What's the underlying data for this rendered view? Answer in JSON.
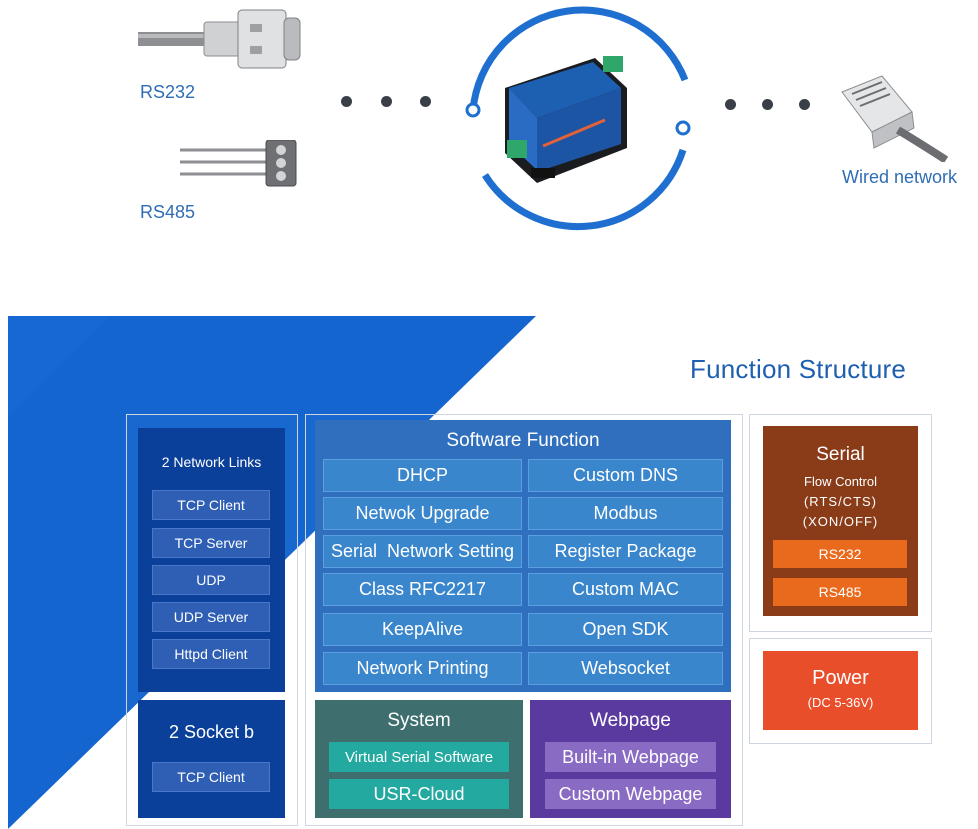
{
  "top": {
    "rs232_label": "RS232",
    "rs485_label": "RS485",
    "wired_label": "Wired network"
  },
  "diagram": {
    "title": "Function Structure",
    "network": {
      "title": "2 Network Links",
      "items": [
        "TCP Client",
        "TCP Server",
        "UDP",
        "UDP Server",
        "Httpd Client"
      ],
      "socket_title": "2 Socket b",
      "socket_item": "TCP Client"
    },
    "software": {
      "title": "Software Function",
      "left": [
        "DHCP",
        "Netwok Upgrade",
        "Serial  Network Setting",
        "Class RFC2217",
        "KeepAlive",
        "Network Printing"
      ],
      "right": [
        "Custom DNS",
        "Modbus",
        "Register Package",
        "Custom MAC",
        "Open SDK",
        "Websocket"
      ]
    },
    "system": {
      "title": "System",
      "items": [
        "Virtual Serial Software",
        "USR-Cloud"
      ]
    },
    "webpage": {
      "title": "Webpage",
      "items": [
        "Built-in Webpage",
        "Custom Webpage"
      ]
    },
    "serial": {
      "title": "Serial",
      "line1": "Flow Control",
      "line2": "(RTS/CTS)",
      "line3": "(XON/OFF)",
      "items": [
        "RS232",
        "RS485"
      ]
    },
    "power": {
      "title": "Power",
      "sub": "(DC 5-36V)"
    }
  },
  "colors": {
    "brand_blue": "#1565d0",
    "dark_blue": "#0a3f9a",
    "software_bg": "#2f6fbd",
    "system_bg": "#3e6e6e",
    "webpage_bg": "#5b3aa0",
    "serial_bg": "#8a3b18",
    "orange": "#ea6a1d",
    "power_bg": "#e94e2a"
  }
}
